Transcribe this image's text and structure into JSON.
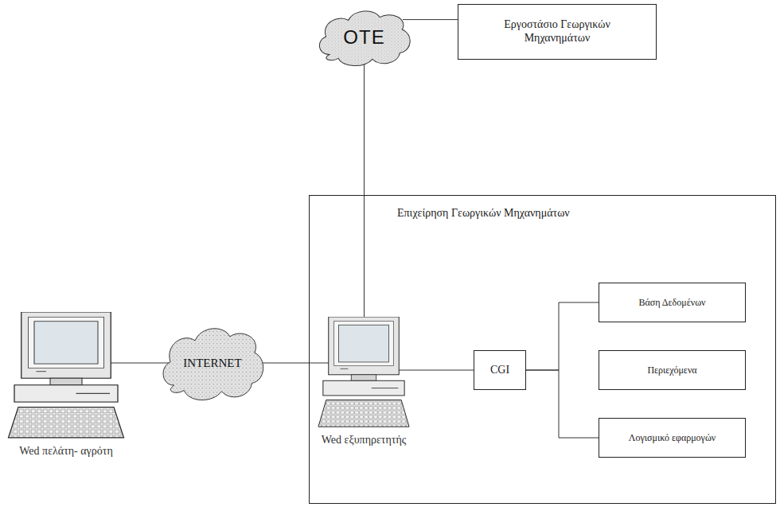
{
  "diagram": {
    "nodes": [
      {
        "text": [
          "OTE"
        ]
      },
      {
        "text": [
          "Εργοστάσιο Γεωργικών Μηχανημάτων"
        ]
      },
      {
        "text": [
          "Επιχείρηση Γεωργικών Μηχανημάτων"
        ]
      },
      {
        "text": [
          "Wed πελάτη- αγρότη"
        ]
      },
      {
        "text": [
          "INTERNET"
        ]
      },
      {
        "text": [
          "Wed εξυπηρετητής"
        ],
        "in": 2
      },
      {
        "text": [
          "CGI"
        ],
        "in": 2
      },
      {
        "text": [
          "Βάση Δεδομένων"
        ],
        "in": 2
      },
      {
        "text": [
          "Περιεχόμενα"
        ],
        "in": 2
      },
      {
        "text": [
          "Λογισμικό εφαρμογών"
        ],
        "in": 2
      }
    ],
    "edges": [
      {
        "from": 0,
        "to": 1,
        "arrow": "none"
      },
      {
        "from": 0,
        "to": 5,
        "arrow": "none"
      },
      {
        "from": 3,
        "to": 4,
        "arrow": "none"
      },
      {
        "from": 4,
        "to": 5,
        "arrow": "none"
      },
      {
        "from": 5,
        "to": 6,
        "arrow": "none"
      },
      {
        "from": 6,
        "to": 7,
        "arrow": "none"
      },
      {
        "from": 6,
        "to": 9,
        "arrow": "none"
      }
    ]
  }
}
